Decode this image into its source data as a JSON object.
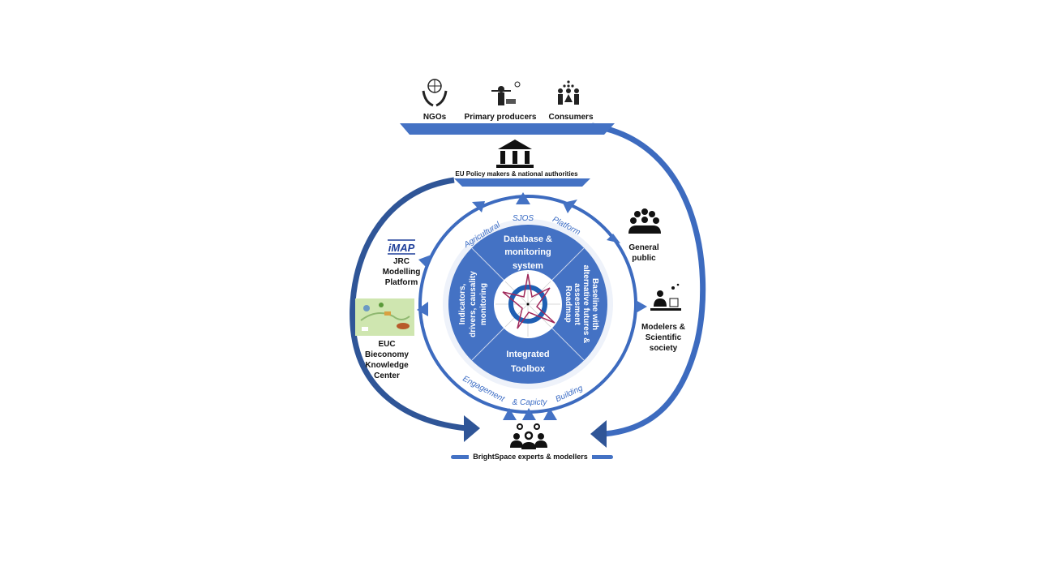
{
  "top_group": {
    "ngos": "NGOs",
    "primary_producers": "Primary producers",
    "consumers": "Consumers"
  },
  "policy": "EU Policy makers & national authorities",
  "ring_top": {
    "left": "Agricultural",
    "center": "SJOS",
    "right": "Platform"
  },
  "ring_bottom": {
    "left": "Engagement",
    "center": "& Capicty",
    "right": "Building"
  },
  "quadrants": {
    "top": [
      "Database &",
      "monitoring",
      "system"
    ],
    "left": [
      "Indicators,",
      "drivers, causality",
      "monitoring"
    ],
    "right": [
      "Baseline with",
      "alternative futures &",
      "assesment",
      "Roadmap"
    ],
    "bottom": [
      "Integrated",
      "Toolbox"
    ]
  },
  "left_side": {
    "jrc_logo": "iMAP",
    "jrc": [
      "JRC",
      "Modelling",
      "Platform"
    ],
    "euc": [
      "EUC",
      "Bieconomy",
      "Knowledge",
      "Center"
    ]
  },
  "right_side": {
    "general_public": [
      "General",
      "public"
    ],
    "modelers": [
      "Modelers &",
      "Scientific",
      "society"
    ]
  },
  "bottom_label": "BrightSpace experts & modellers",
  "colors": {
    "primary": "#4472c4",
    "dark": "#2f5597",
    "star": "#a0285a"
  }
}
